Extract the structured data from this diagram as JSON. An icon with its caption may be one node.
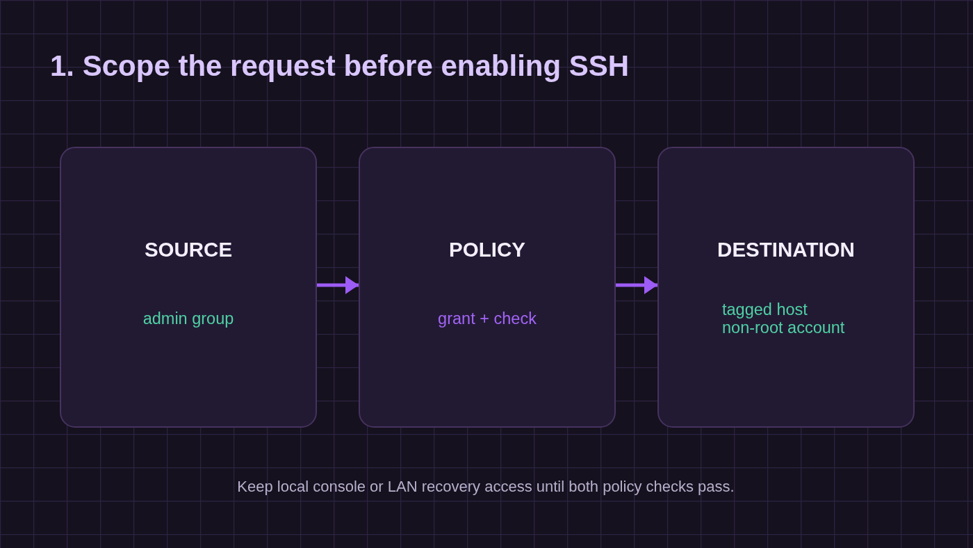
{
  "diagram": {
    "title": "1. Scope the request before enabling SSH",
    "nodes": [
      {
        "text": [
          "SOURCE",
          "admin group"
        ]
      },
      {
        "text": [
          "POLICY",
          "grant + check"
        ]
      },
      {
        "text": [
          "DESTINATION",
          "tagged host non-root account"
        ]
      }
    ],
    "edges": [
      {
        "from": 0,
        "to": 1,
        "arrow": "to"
      },
      {
        "from": 1,
        "to": 2,
        "arrow": "to"
      }
    ],
    "caption": "Keep local console or LAN recovery access until both policy checks pass."
  }
}
